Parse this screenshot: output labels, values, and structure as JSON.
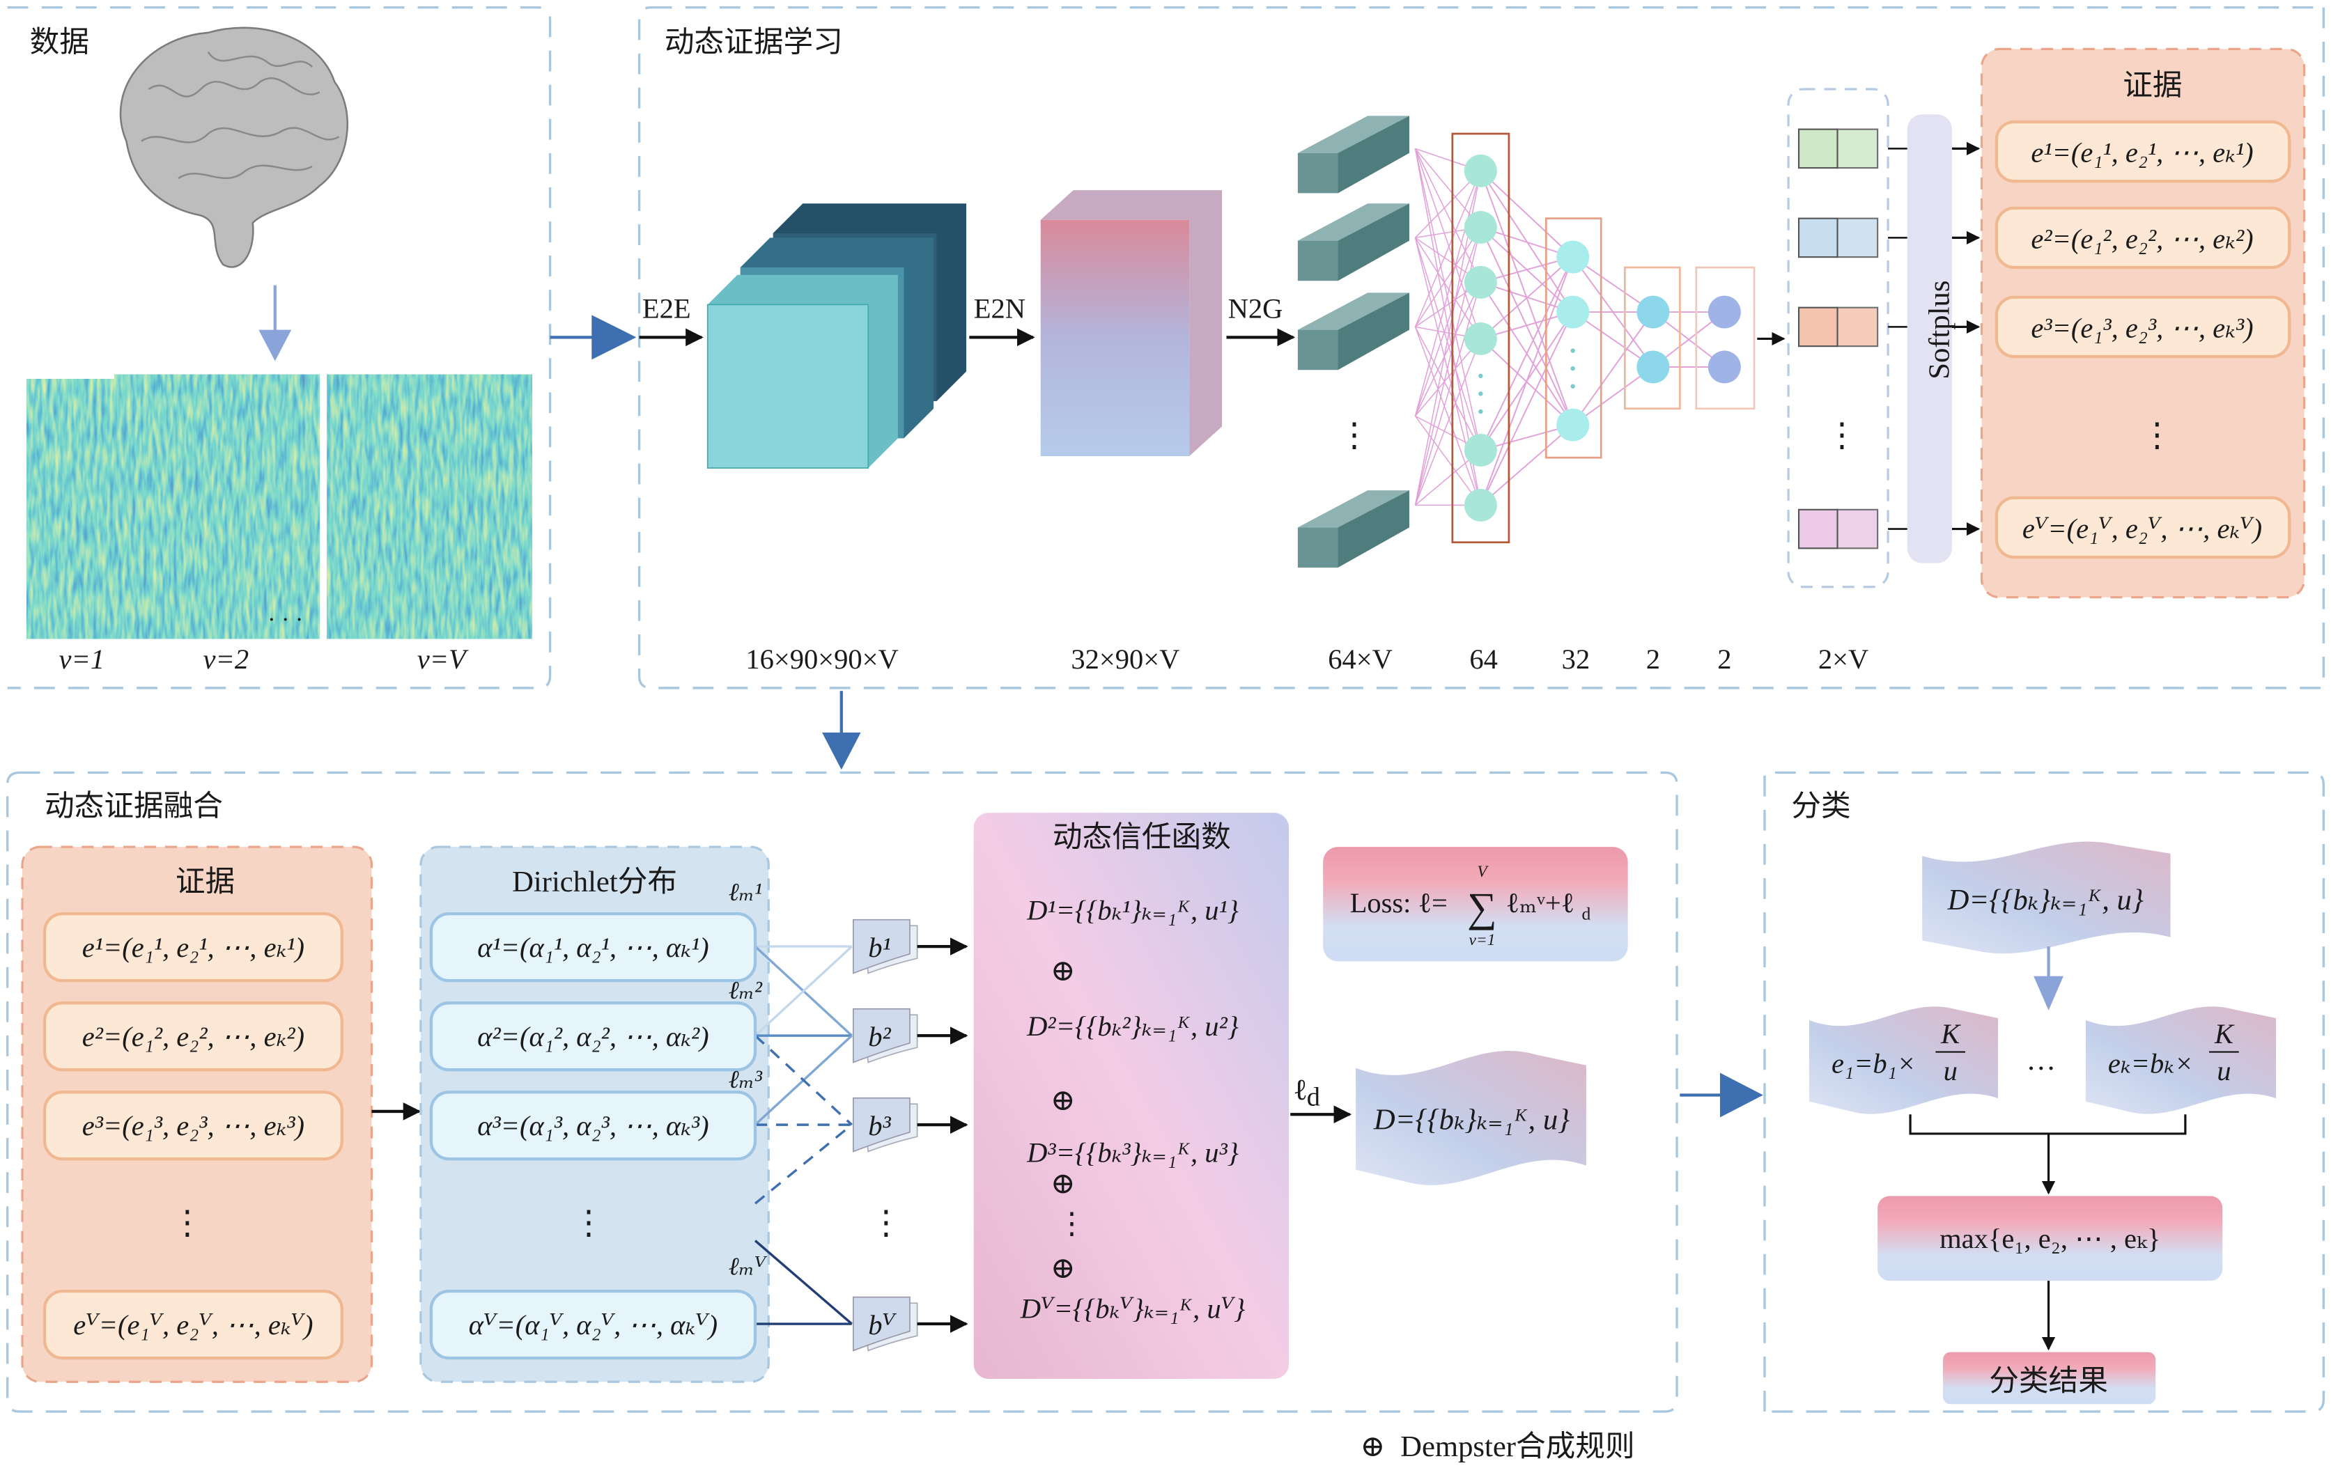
{
  "data_panel": {
    "title": "数据",
    "view_labels": [
      "v=1",
      "v=2",
      "v=V"
    ],
    "ellipsis": "· · ·"
  },
  "learning_panel": {
    "title": "动态证据学习",
    "ops": [
      "E2E",
      "E2N",
      "N2G"
    ],
    "dims": [
      "16×90×90×V",
      "32×90×V",
      "64×V",
      "64",
      "32",
      "2",
      "2",
      "2×V"
    ],
    "ellipsis": "⋮",
    "output_colors": [
      "#cfe8c8",
      "#c7def0",
      "#f4c4ae",
      "#ecc9e6"
    ],
    "softplus": "Softplus",
    "evidence_title": "证据",
    "evidence": [
      "e¹=(e₁¹, e₂¹, ⋯, eₖ¹)",
      "e²=(e₁², e₂², ⋯, eₖ²)",
      "e³=(e₁³, e₂³, ⋯, eₖ³)",
      "eⱽ=(e₁ⱽ, e₂ⱽ, ⋯, eₖⱽ)"
    ]
  },
  "fusion_panel": {
    "title": "动态证据融合",
    "evidence_title": "证据",
    "evidence": [
      "e¹=(e₁¹, e₂¹, ⋯, eₖ¹)",
      "e²=(e₁², e₂², ⋯, eₖ²)",
      "e³=(e₁³, e₂³, ⋯, eₖ³)",
      "eⱽ=(e₁ⱽ, e₂ⱽ, ⋯, eₖⱽ)"
    ],
    "dirichlet_title": "Dirichlet分布",
    "alphas": [
      "α¹=(α₁¹, α₂¹, ⋯, αₖ¹)",
      "α²=(α₁², α₂², ⋯, αₖ²)",
      "α³=(α₁³, α₂³, ⋯, αₖ³)",
      "αⱽ=(α₁ⱽ, α₂ⱽ, ⋯, αₖⱽ)"
    ],
    "losses": [
      "ℓₘ¹",
      "ℓₘ²",
      "ℓₘ³",
      "ℓₘⱽ"
    ],
    "beliefs": [
      "b¹",
      "b²",
      "b³",
      "bⱽ"
    ],
    "trust_title": "动态信任函数",
    "trust": [
      "D¹={{bₖ¹}ₖ₌₁ᴷ, u¹}",
      "D²={{bₖ²}ₖ₌₁ᴷ, u²}",
      "D³={{bₖ³}ₖ₌₁ᴷ, u³}",
      "Dⱽ={{bₖⱽ}ₖ₌₁ᴷ, uⱽ}"
    ],
    "combine_symbol": "⊕",
    "ellipsis": "⋮",
    "loss": {
      "prefix": "Loss: ℓ=",
      "sum": "∑",
      "sum_upper": "V",
      "sum_lower": "v=1",
      "term": "ℓₘᵛ+ℓ",
      "term_sub": "d"
    },
    "fused_label": {
      "main": "ℓ",
      "sub": "d"
    },
    "fused": "D={{bₖ}ₖ₌₁ᴷ, u}"
  },
  "classify_panel": {
    "title": "分类",
    "input": "D={{bₖ}ₖ₌₁ᴷ, u}",
    "first": {
      "lhs": "e₁=b₁×",
      "num": "K",
      "den": "u"
    },
    "between": "…",
    "last": {
      "lhs": "eₖ=bₖ×",
      "num": "K",
      "den": "u"
    },
    "max": "max{e₁, e₂, ⋯ , eₖ}",
    "result": "分类结果"
  },
  "legend": {
    "symbol": "⊕",
    "label": "Dempster合成规则"
  }
}
